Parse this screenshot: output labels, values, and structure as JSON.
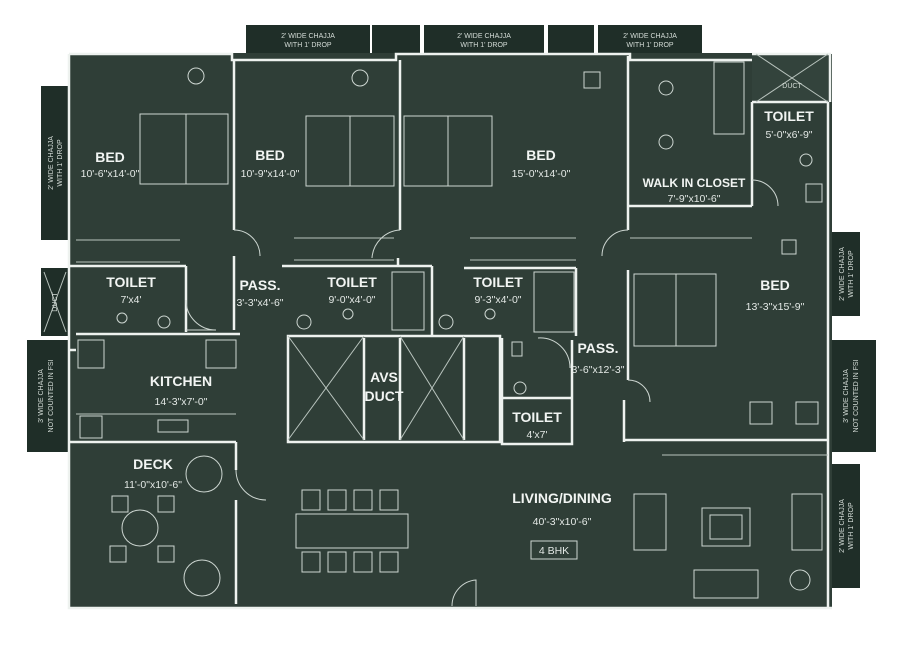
{
  "rooms": {
    "bed1": {
      "name": "BED",
      "size": "10'-6\"x14'-0\""
    },
    "bed2": {
      "name": "BED",
      "size": "10'-9\"x14'-0\""
    },
    "bed3": {
      "name": "BED",
      "size": "15'-0\"x14'-0\""
    },
    "bed4": {
      "name": "BED",
      "size": "13'-3\"x15'-9\""
    },
    "walkin": {
      "name": "WALK IN CLOSET",
      "size": "7'-9\"x10'-6\""
    },
    "toilet_top": {
      "name": "TOILET",
      "size": "5'-0\"x6'-9\""
    },
    "toilet1": {
      "name": "TOILET",
      "size": "7'x4'"
    },
    "toilet2": {
      "name": "TOILET",
      "size": "9'-0\"x4'-0\""
    },
    "toilet3": {
      "name": "TOILET",
      "size": "9'-3\"x4'-0\""
    },
    "toilet4": {
      "name": "TOILET",
      "size": "4'x7'"
    },
    "pass1": {
      "name": "PASS.",
      "size": "3'-3\"x4'-6\""
    },
    "pass2": {
      "name": "PASS.",
      "size": "3'-6\"x12'-3\""
    },
    "kitchen": {
      "name": "KITCHEN",
      "size": "14'-3\"x7'-0\""
    },
    "avs": {
      "name": "AVS",
      "name2": "DUCT"
    },
    "deck": {
      "name": "DECK",
      "size": "11'-0\"x10'-6\""
    },
    "living": {
      "name": "LIVING/DINING",
      "size": "40'-3\"x10'-6\""
    }
  },
  "badge": "4 BHK",
  "duct_top": "DUCT",
  "duct_left": "DUCT",
  "chajja": {
    "top1": {
      "l1": "2' WIDE CHAJJA",
      "l2": "WITH 1' DROP"
    },
    "top2": {
      "l1": "2' WIDE CHAJJA",
      "l2": "WITH 1' DROP"
    },
    "top3": {
      "l1": "2' WIDE CHAJJA",
      "l2": "WITH 1' DROP"
    },
    "left_top": {
      "l1": "2' WIDE CHAJJA",
      "l2": "WITH 1' DROP"
    },
    "left_bottom": {
      "l1": "3' WIDE CHAJJA",
      "l2": "NOT COUNTED IN FSI"
    },
    "right1": {
      "l1": "2' WIDE CHAJJA",
      "l2": "WITH 1' DROP"
    },
    "right2": {
      "l1": "3' WIDE CHAJJA",
      "l2": "NOT COUNTED IN FSI"
    },
    "right3": {
      "l1": "2' WIDE CHAJJA",
      "l2": "WITH 1' DROP"
    }
  },
  "colors": {
    "floor": "#2f3e37",
    "balcony": "#1f2e28",
    "wall": "#eef2ef"
  }
}
